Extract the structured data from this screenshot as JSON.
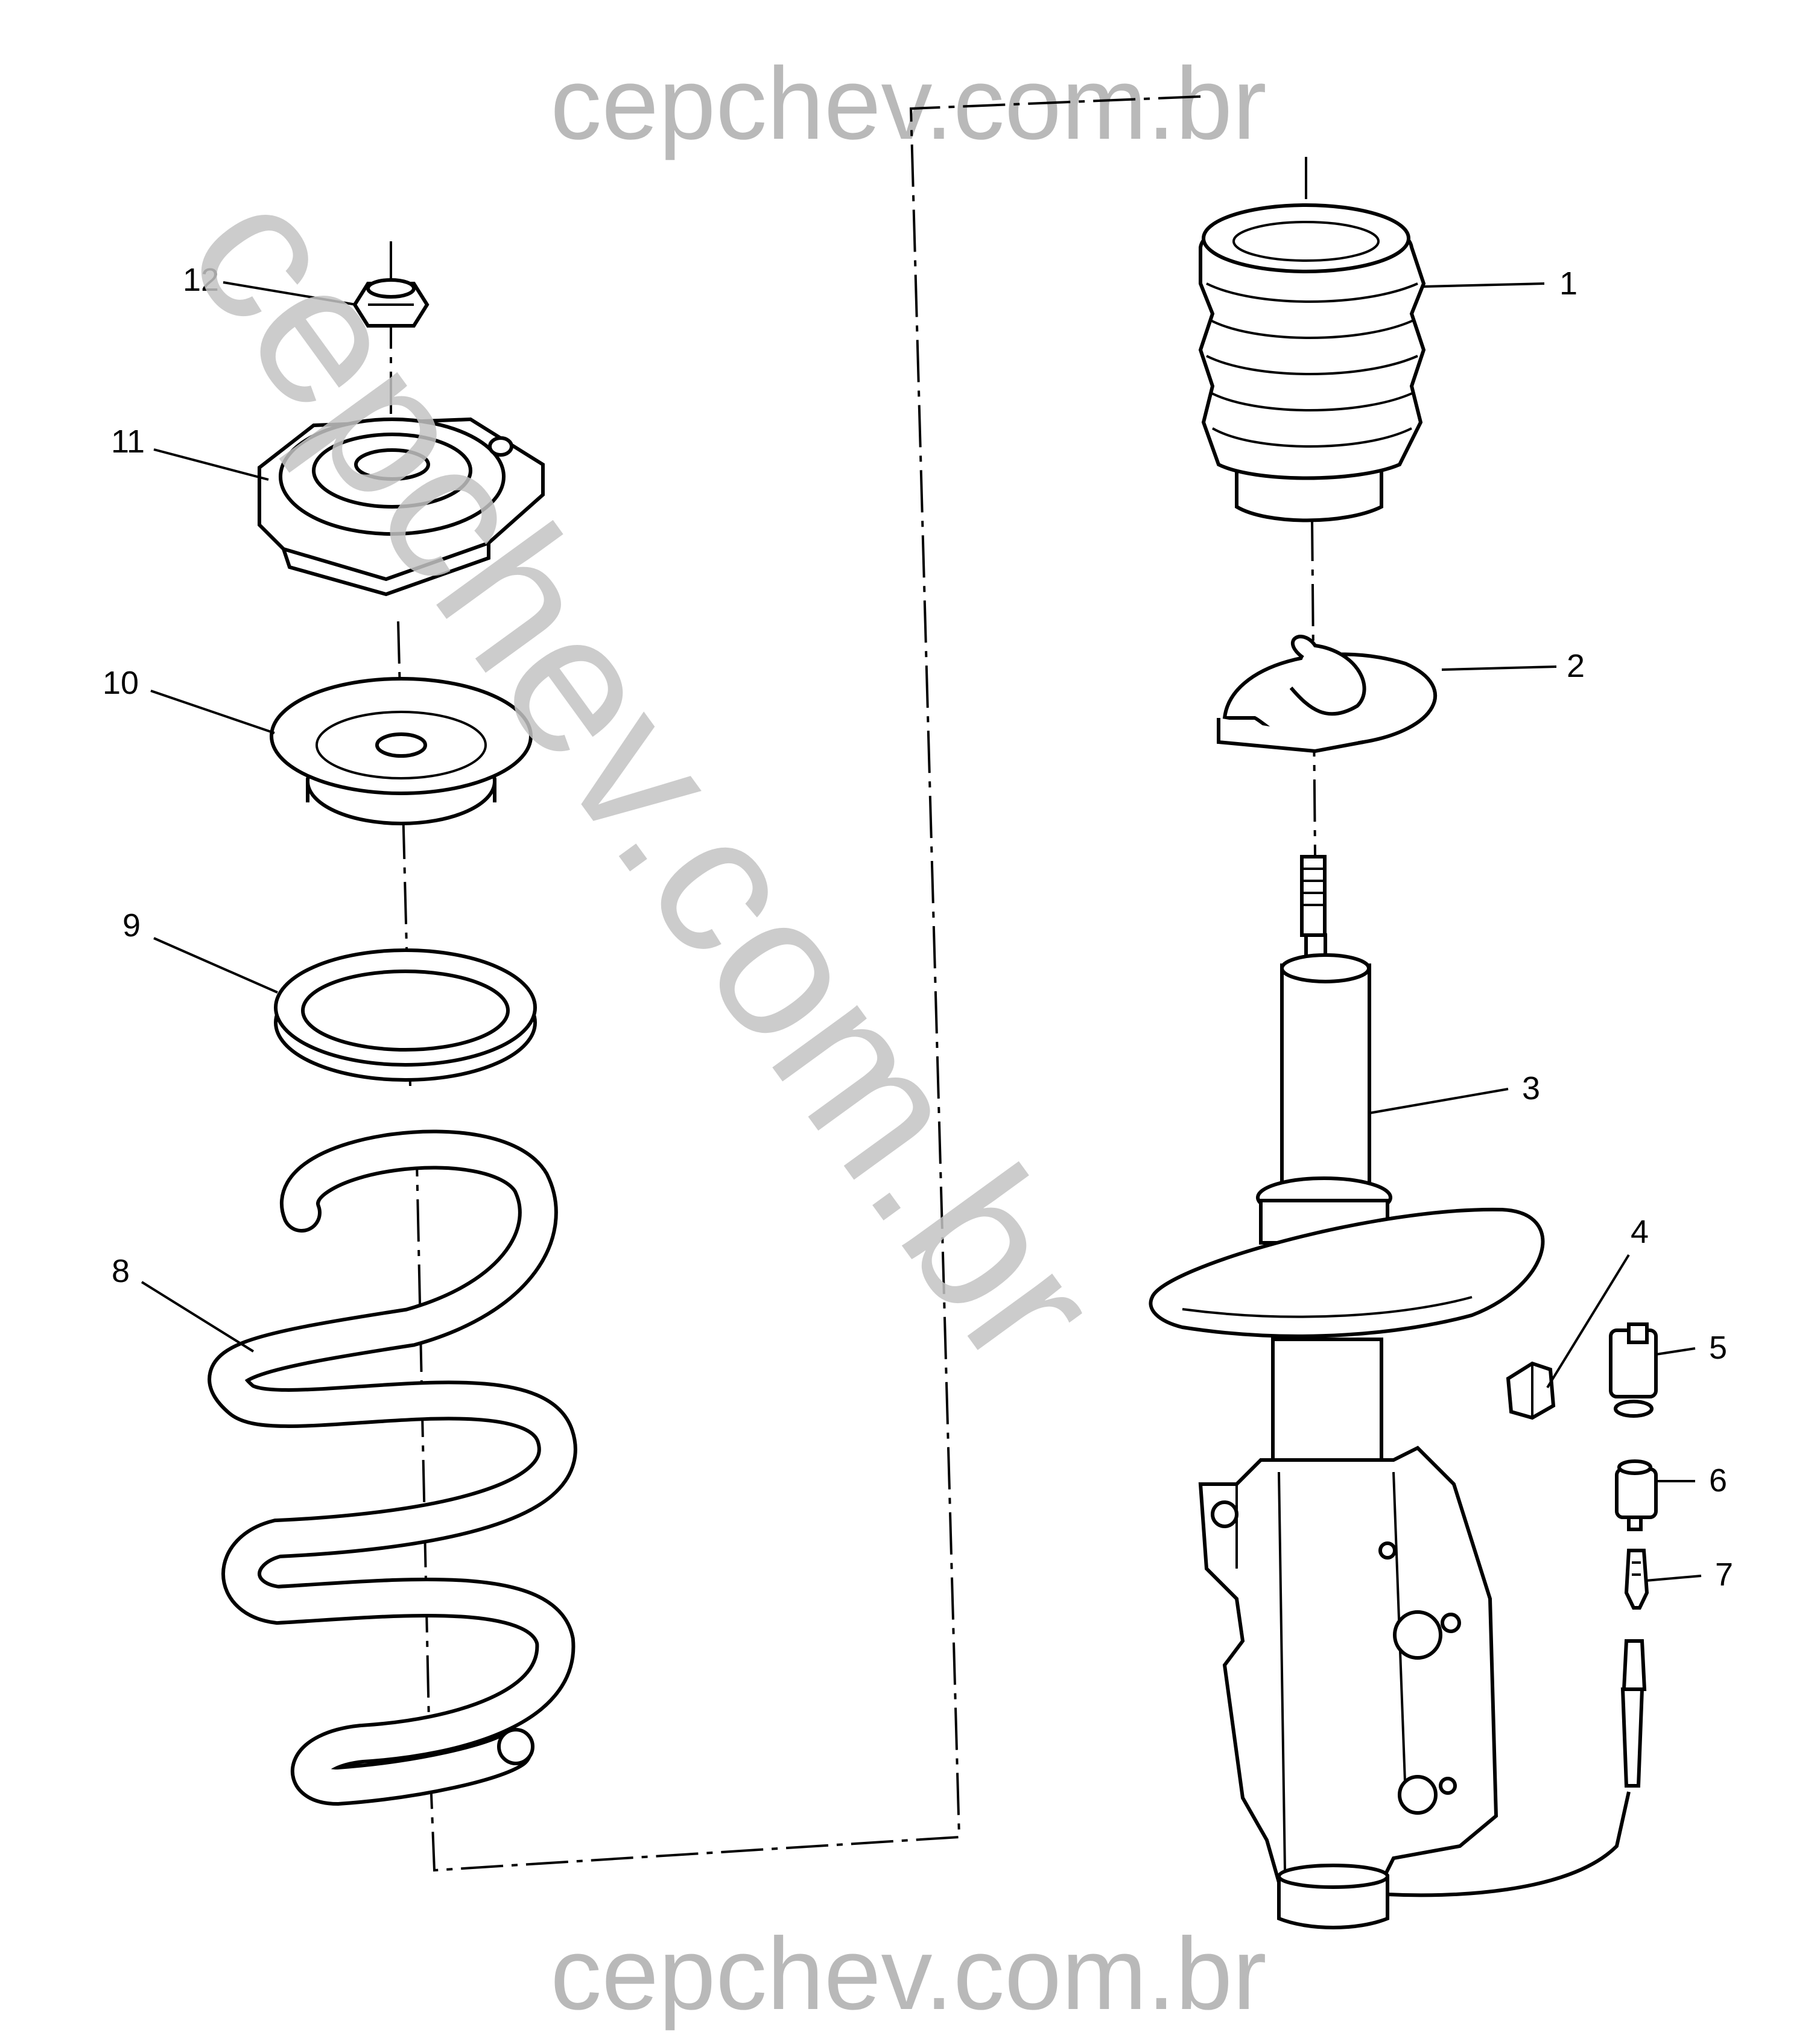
{
  "watermarks": {
    "top": "cepchev.com.br",
    "bottom": "cepchev.com.br",
    "diagonal": "cepchev.com.br"
  },
  "callouts": [
    {
      "id": "1",
      "label": "1"
    },
    {
      "id": "2",
      "label": "2"
    },
    {
      "id": "3",
      "label": "3"
    },
    {
      "id": "4",
      "label": "4"
    },
    {
      "id": "5",
      "label": "5"
    },
    {
      "id": "6",
      "label": "6"
    },
    {
      "id": "7",
      "label": "7"
    },
    {
      "id": "8",
      "label": "8"
    },
    {
      "id": "9",
      "label": "9"
    },
    {
      "id": "10",
      "label": "10"
    },
    {
      "id": "11",
      "label": "11"
    },
    {
      "id": "12",
      "label": "12"
    }
  ]
}
